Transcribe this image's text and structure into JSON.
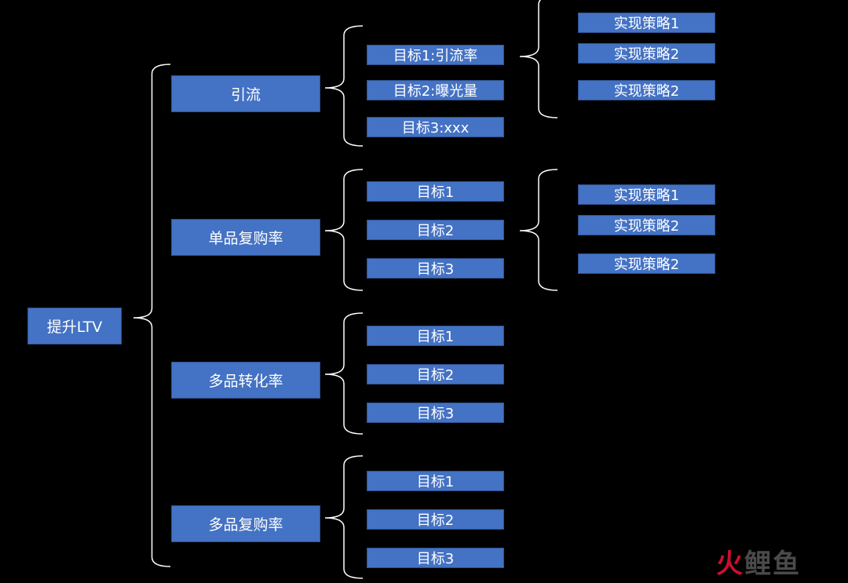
{
  "root": {
    "label": "提升LTV"
  },
  "categories": [
    {
      "label": "引流",
      "goals": [
        {
          "label": "目标1:引流率"
        },
        {
          "label": "目标2:曝光量"
        },
        {
          "label": "目标3:xxx"
        }
      ],
      "strategies": [
        {
          "label": "实现策略1"
        },
        {
          "label": "实现策略2"
        },
        {
          "label": "实现策略2"
        }
      ]
    },
    {
      "label": "单品复购率",
      "goals": [
        {
          "label": "目标1"
        },
        {
          "label": "目标2"
        },
        {
          "label": "目标3"
        }
      ],
      "strategies": [
        {
          "label": "实现策略1"
        },
        {
          "label": "实现策略2"
        },
        {
          "label": "实现策略2"
        }
      ]
    },
    {
      "label": "多品转化率",
      "goals": [
        {
          "label": "目标1"
        },
        {
          "label": "目标2"
        },
        {
          "label": "目标3"
        }
      ]
    },
    {
      "label": "多品复购率",
      "goals": [
        {
          "label": "目标1"
        },
        {
          "label": "目标2"
        },
        {
          "label": "目标3"
        }
      ]
    }
  ],
  "watermark": {
    "part1": "火",
    "part2": "鲤鱼"
  },
  "colors": {
    "node_fill": "#4472c4",
    "node_border": "#2f528f",
    "background": "#000000",
    "brace": "#ffffff"
  }
}
